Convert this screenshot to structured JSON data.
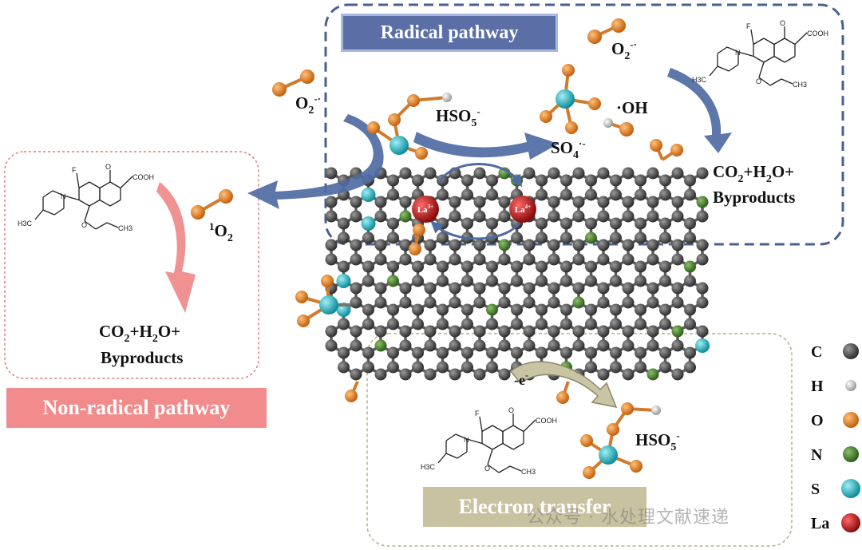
{
  "radical": {
    "title": "Radical pathway",
    "o2_left_sup": "-·",
    "o2_top_sup": "-·",
    "hso5_main": "HSO",
    "hso5_sub": "5",
    "hso5_sup": "-",
    "so4_main": "SO",
    "so4_sub": "4",
    "so4_sup": "·-",
    "oh": "·OH",
    "products_line1_a": "CO",
    "products_line1_b": "2",
    "products_line1_c": "+H",
    "products_line1_d": "2",
    "products_line1_e": "O+",
    "products_line2": "Byproducts"
  },
  "nonradical": {
    "title": "Non-radical pathway",
    "singlet_sup": "1",
    "singlet_main": "O",
    "singlet_sub": "2",
    "products_line1_a": "CO",
    "products_line1_b": "2",
    "products_line1_c": "+H",
    "products_line1_d": "2",
    "products_line1_e": "O+",
    "products_line2": "Byproducts"
  },
  "electron": {
    "title": "Electron transfer",
    "e_label": "-e",
    "e_sup": "-",
    "hso5_main": "HSO",
    "hso5_sub": "5",
    "hso5_sup": "-"
  },
  "la": {
    "la3_main": "La",
    "la3_sup": "3+",
    "la4_main": "La",
    "la4_sup": "4+"
  },
  "molecule": {
    "f": "F",
    "o": "O",
    "cooh": "COOH",
    "n": "N",
    "h3c": "H3C",
    "ch3": "CH3"
  },
  "legend": [
    {
      "label": "C",
      "color": "#4a4a4a"
    },
    {
      "label": "H",
      "color": "#d8d8d8"
    },
    {
      "label": "O",
      "color": "#e07b1f"
    },
    {
      "label": "N",
      "color": "#3e7a2a"
    },
    {
      "label": "S",
      "color": "#1fb5c4"
    },
    {
      "label": "La",
      "color": "#c81818"
    }
  ],
  "watermark": "公众号 · 水处理文献速递",
  "colors": {
    "radical_border": "#4a5f8f",
    "radical_banner": "#5b6fa6",
    "nonradical_border": "#e07a7a",
    "nonradical_banner": "#f28b8b",
    "electron_border": "#b8b08a",
    "electron_banner": "#c9c2a0",
    "arrow_blue": "#4f6ba3",
    "arrow_pink": "#ef8c8c",
    "arrow_tan": "#c9c4a4"
  }
}
